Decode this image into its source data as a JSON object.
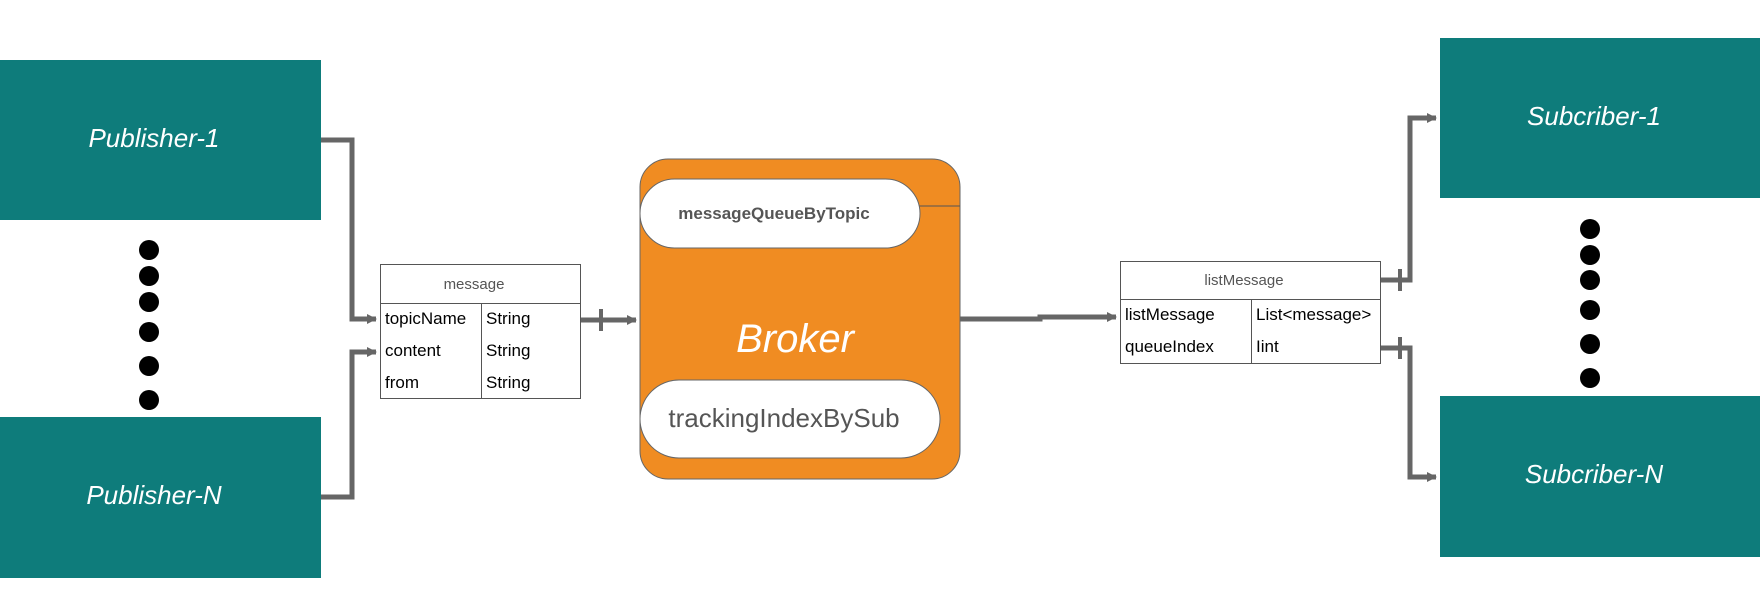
{
  "colors": {
    "node_fill": "#0e7c7b",
    "broker_fill": "#f08c22",
    "connector": "#666666",
    "pill_fill": "#ffffff",
    "dot": "#000000"
  },
  "publishers": [
    {
      "label": "Publisher-1"
    },
    {
      "label": "Publisher-N"
    }
  ],
  "subscribers": [
    {
      "label": "Subcriber-1"
    },
    {
      "label": "Subcriber-N"
    }
  ],
  "message_table": {
    "title": "message",
    "rows": [
      {
        "field": "topicName",
        "type": "String"
      },
      {
        "field": "content",
        "type": "String"
      },
      {
        "field": "from",
        "type": "String"
      }
    ]
  },
  "broker": {
    "label": "Broker",
    "queue_label": "messageQueueByTopic",
    "tracking_label": "trackingIndexBySub"
  },
  "list_table": {
    "title": "listMessage",
    "rows": [
      {
        "field": "listMessage",
        "type": "List<message>"
      },
      {
        "field": "queueIndex",
        "type": "Iint"
      }
    ]
  }
}
